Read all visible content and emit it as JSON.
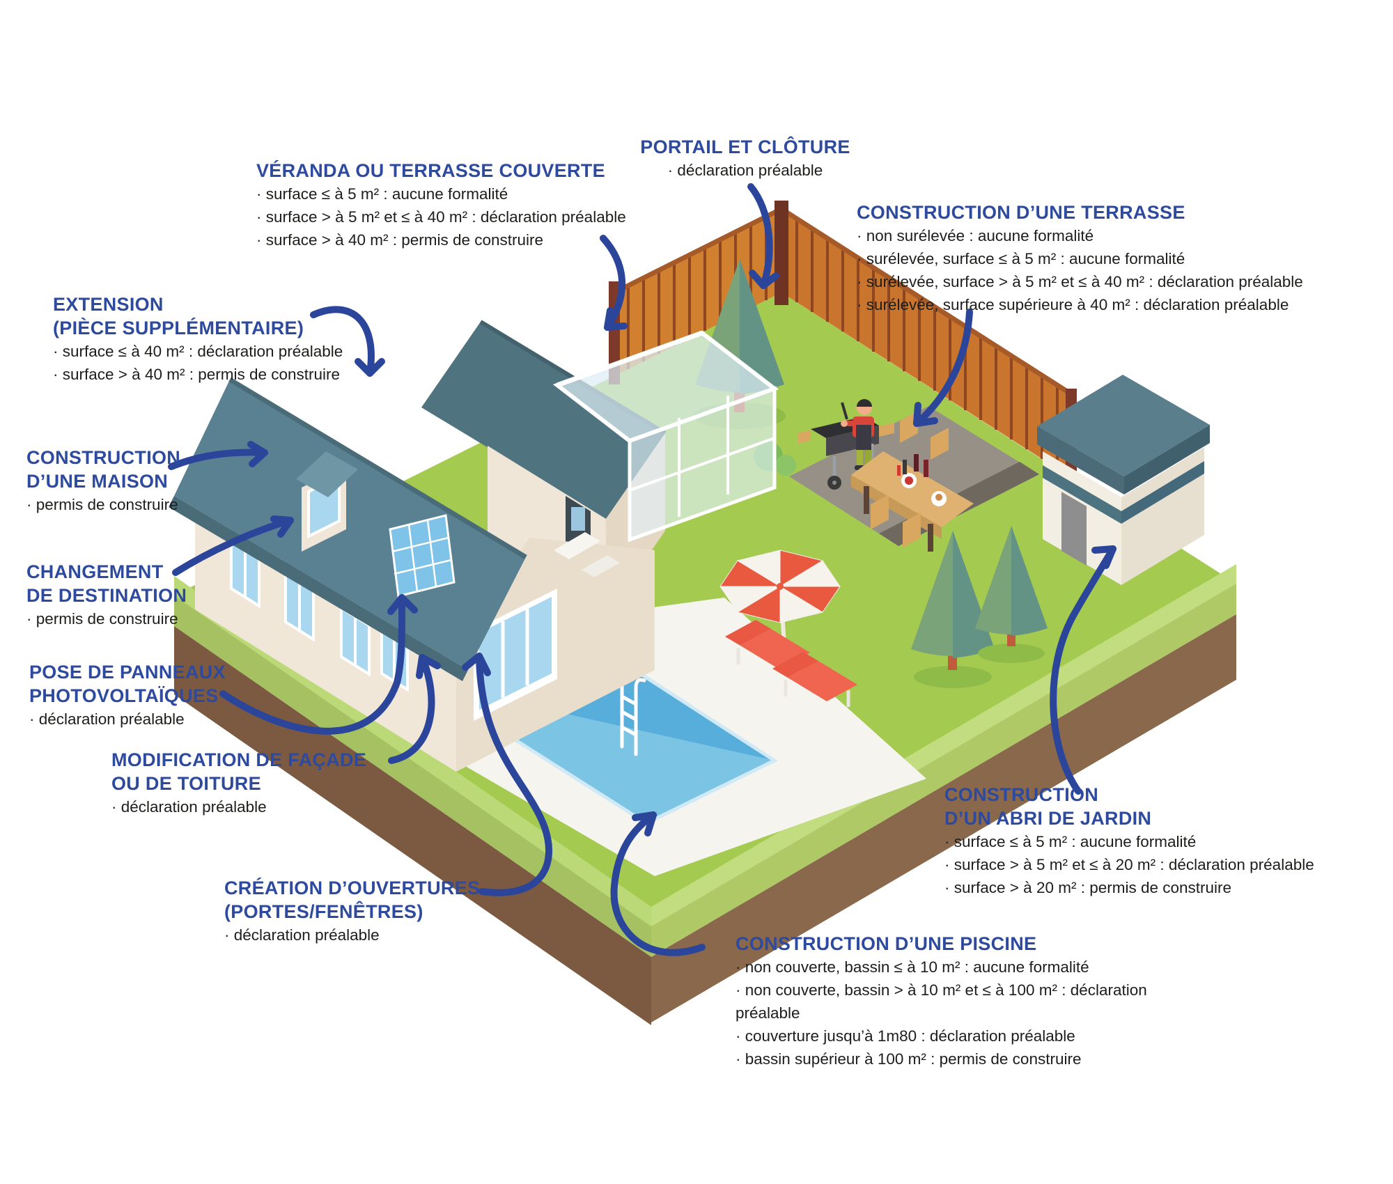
{
  "colors": {
    "heading_blue": "#2d4a9e",
    "arrow_blue": "#2b459b",
    "body_text": "#1d1d1b",
    "grass_green": "#a4cb50",
    "roof_slate": "#5a8192",
    "pool_blue": "#57aedb",
    "fence_orange": "#ce7a33",
    "accent_red": "#e8593f"
  },
  "sections": {
    "veranda": {
      "title": "VÉRANDA OU TERRASSE COUVERTE",
      "bullets": [
        "surface ≤ à 5 m² : aucune formalité",
        "surface > à 5 m² et ≤ à 40 m² : déclaration préalable",
        "surface > à 40 m² : permis de construire"
      ]
    },
    "portail": {
      "title": "PORTAIL ET CLÔTURE",
      "bullets": [
        "déclaration préalable"
      ]
    },
    "terrasse": {
      "title": "CONSTRUCTION D’UNE TERRASSE",
      "bullets": [
        "non surélevée : aucune formalité",
        "surélevée, surface ≤ à 5 m² : aucune formalité",
        "surélevée, surface > à 5 m² et ≤ à 40 m² : déclaration préalable",
        "surélevée, surface supérieure à 40 m² : déclaration préalable"
      ]
    },
    "extension": {
      "title": "EXTENSION\n(PIÈCE SUPPLÉMENTAIRE)",
      "bullets": [
        "surface ≤ à 40 m² : déclaration préalable",
        "surface > à 40 m² : permis de construire"
      ]
    },
    "maison": {
      "title": "CONSTRUCTION\nD’UNE MAISON",
      "bullets": [
        "permis de construire"
      ]
    },
    "changement": {
      "title": "CHANGEMENT\nDE DESTINATION",
      "bullets": [
        "permis de construire"
      ]
    },
    "panneaux": {
      "title": "POSE DE PANNEAUX\nPHOTOVOLTAÏQUES",
      "bullets": [
        "déclaration préalable"
      ]
    },
    "modification": {
      "title": "MODIFICATION DE FAÇADE\nOU DE TOITURE",
      "bullets": [
        "déclaration préalable"
      ]
    },
    "creation": {
      "title": "CRÉATION D’OUVERTURES\n(PORTES/FENÊTRES)",
      "bullets": [
        "déclaration préalable"
      ]
    },
    "piscine": {
      "title": "CONSTRUCTION D’UNE PISCINE",
      "bullets": [
        "non couverte, bassin ≤ à 10 m² : aucune formalité",
        "non couverte, bassin > à 10 m² et ≤ à 100 m² : déclaration préalable",
        "couverture jusqu’à 1m80 : déclaration préalable",
        "bassin supérieur à 100 m² : permis de construire"
      ]
    },
    "abri": {
      "title": "CONSTRUCTION\nD’UN ABRI DE JARDIN",
      "bullets": [
        "surface ≤ à 5 m² : aucune formalité",
        "surface > à 5 m² et ≤ à 20 m² : déclaration préalable",
        "surface > à 20 m² : permis de construire"
      ]
    }
  }
}
